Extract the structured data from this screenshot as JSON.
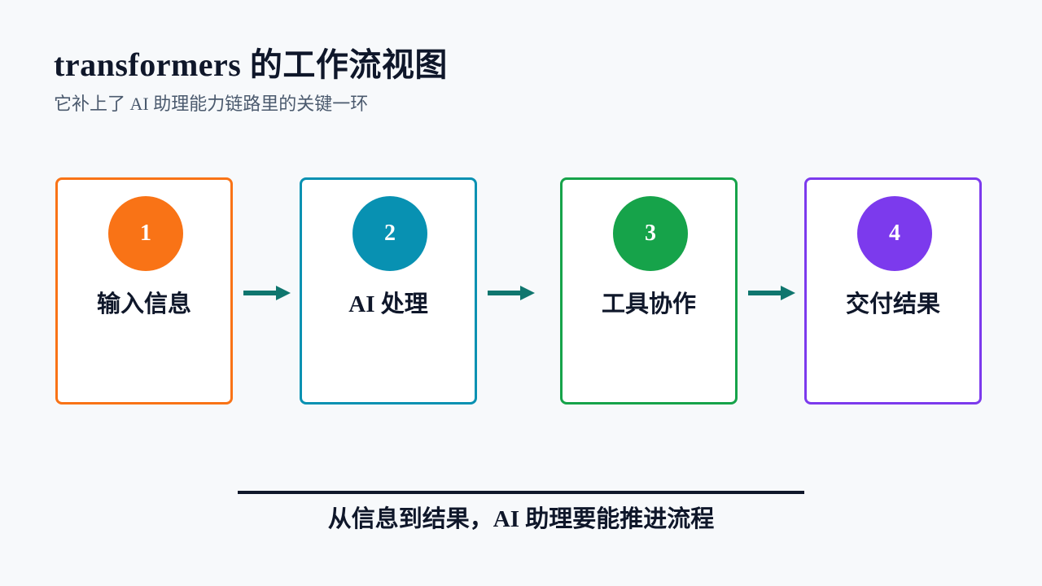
{
  "header": {
    "title": "transformers 的工作流视图",
    "subtitle": "它补上了 AI 助理能力链路里的关键一环"
  },
  "steps": [
    {
      "number": "1",
      "label": "输入信息",
      "color": "#f97316"
    },
    {
      "number": "2",
      "label": "AI 处理",
      "color": "#0891b2"
    },
    {
      "number": "3",
      "label": "工具协作",
      "color": "#16a34a"
    },
    {
      "number": "4",
      "label": "交付结果",
      "color": "#7c3aed"
    }
  ],
  "arrow_color": "#0f766e",
  "footer": {
    "text": "从信息到结果，AI 助理要能推进流程"
  }
}
